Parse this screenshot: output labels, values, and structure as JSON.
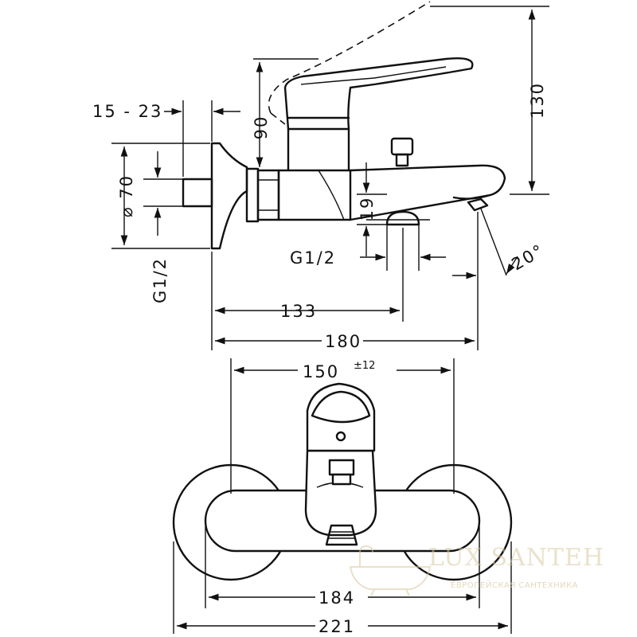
{
  "dimensions": {
    "d_15_23": "15 - 23",
    "d_130": "130",
    "d_90": "90",
    "d_70": "70",
    "d_diameter": "⌀ 70",
    "d_19": "19",
    "d_g12_left": "G1/2",
    "d_g12_center": "G1/2",
    "d_20deg": "20°",
    "d_133": "133",
    "d_180": "180",
    "d_150": "150",
    "d_150_tol": "±12",
    "d_184": "184",
    "d_221": "221"
  },
  "watermark": {
    "brand": "LUX SANTEH",
    "tagline": "ЕВРОПЕЙСКАЯ САНТЕХНИКА",
    "color": "#d9c8a0"
  }
}
